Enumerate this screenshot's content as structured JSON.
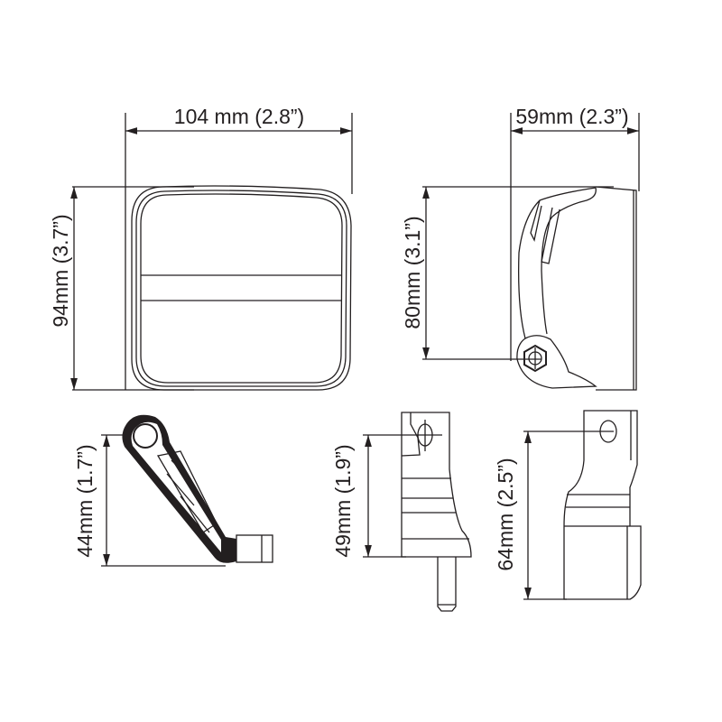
{
  "front_view": {
    "width_label": "104 mm (2.8”)",
    "height_label": "94mm (3.7”)"
  },
  "side_view": {
    "width_label": "59mm (2.3”)",
    "height_label": "80mm (3.1”)"
  },
  "bracket_a": {
    "height_label": "44mm (1.7”)"
  },
  "bracket_b": {
    "height_label": "49mm (1.9”)"
  },
  "bracket_c": {
    "height_label": "64mm (2.5”)"
  },
  "colors": {
    "line": "#231f20",
    "background": "#ffffff"
  }
}
